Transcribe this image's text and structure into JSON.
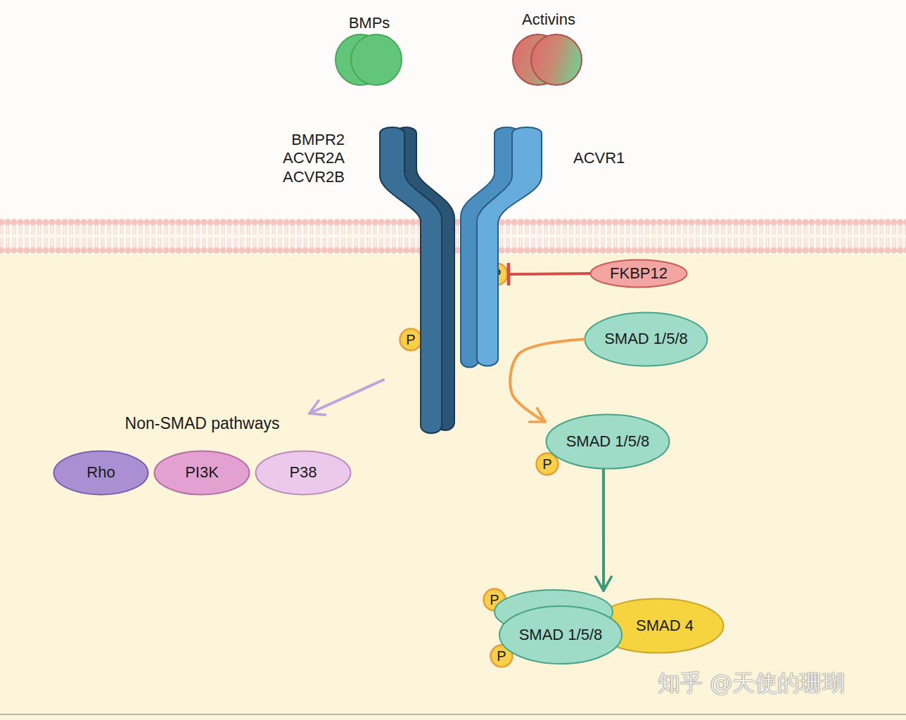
{
  "diagram": {
    "nodes": [
      {
        "text": [
          "BMPs"
        ]
      },
      {
        "text": [
          "Activins"
        ]
      },
      {
        "text": [
          "BMPR2",
          "ACVR2A",
          "ACVR2B"
        ]
      },
      {
        "text": [
          "ACVR1"
        ]
      },
      {
        "text": [
          "P"
        ],
        "in": 3
      },
      {
        "text": [
          "FKBP12"
        ]
      },
      {
        "text": [
          "P"
        ],
        "in": 2
      },
      {
        "text": [
          "SMAD 1/5/8"
        ]
      },
      {
        "text": [
          "Non-SMAD pathways"
        ]
      },
      {
        "text": [
          "Rho"
        ],
        "in": 8
      },
      {
        "text": [
          "PI3K"
        ],
        "in": 8
      },
      {
        "text": [
          "P38"
        ],
        "in": 8
      },
      {
        "text": [
          "SMAD 1/5/8"
        ]
      },
      {
        "text": [
          "P"
        ],
        "in": 12
      },
      {
        "text": [
          "SMAD 1/5/8"
        ]
      },
      {
        "text": [
          "P"
        ],
        "in": 14
      },
      {
        "text": [
          "P"
        ],
        "in": 14
      },
      {
        "text": [
          "SMAD 4"
        ]
      }
    ],
    "edges": [
      {
        "from": 2,
        "to": 8,
        "arrow": "to"
      },
      {
        "from": 5,
        "to": 4,
        "arrow": "to"
      },
      {
        "from": 7,
        "to": 12,
        "arrow": "to"
      },
      {
        "from": 12,
        "to": 14,
        "arrow": "to"
      }
    ],
    "labels": [
      "知乎 @天使的珊瑚"
    ]
  }
}
